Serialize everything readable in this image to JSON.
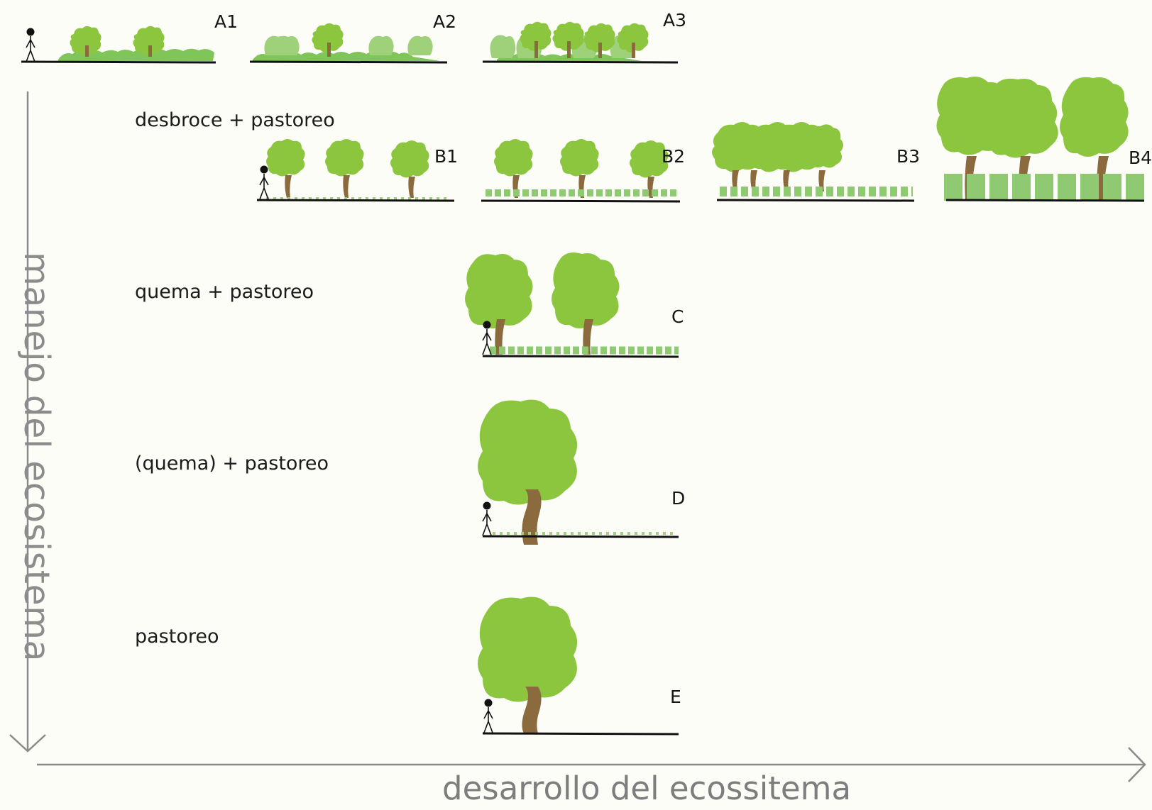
{
  "axes": {
    "y_label": "manejo del ecosistema",
    "x_label": "desarrollo del ecossitema"
  },
  "rows": {
    "b": "desbroce + pastoreo",
    "c": "quema + pastoreo",
    "d": "(quema) + pastoreo",
    "e": "pastoreo"
  },
  "panels": {
    "a1": "A1",
    "a2": "A2",
    "a3": "A3",
    "b1": "B1",
    "b2": "B2",
    "b3": "B3",
    "b4": "B4",
    "c": "C",
    "d": "D",
    "e": "E"
  },
  "colors": {
    "canopy": "#8cc63f",
    "shrub": "#8fca72",
    "trunk": "#8b6b3d",
    "ground": "#111111",
    "axis": "#8a8a8a"
  }
}
